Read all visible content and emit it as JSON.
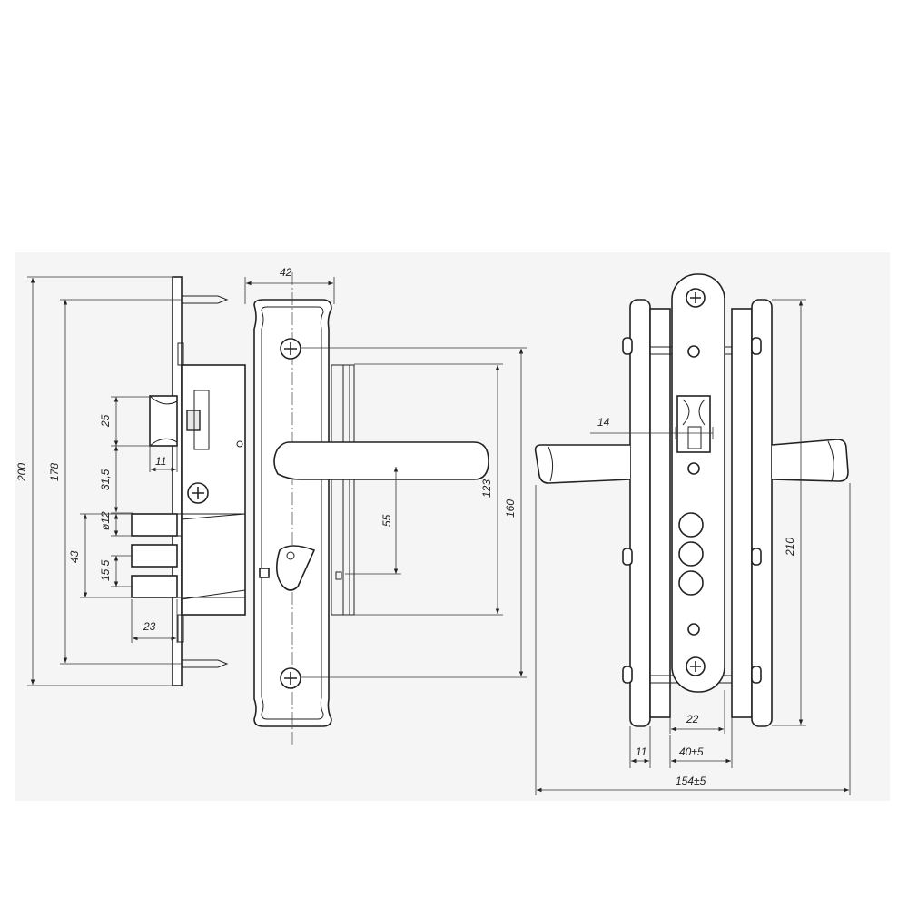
{
  "dimensions": {
    "d200": "200",
    "d178": "178",
    "d25": "25",
    "d11a": "11",
    "d31_5": "31,5",
    "d12": "ø12",
    "d43": "43",
    "d15_5": "15,5",
    "d23": "23",
    "d42": "42",
    "d55": "55",
    "d123": "123",
    "d160": "160",
    "d14": "14",
    "d210": "210",
    "d22": "22",
    "d11b": "11",
    "d40": "40±5",
    "d154": "154±5"
  }
}
